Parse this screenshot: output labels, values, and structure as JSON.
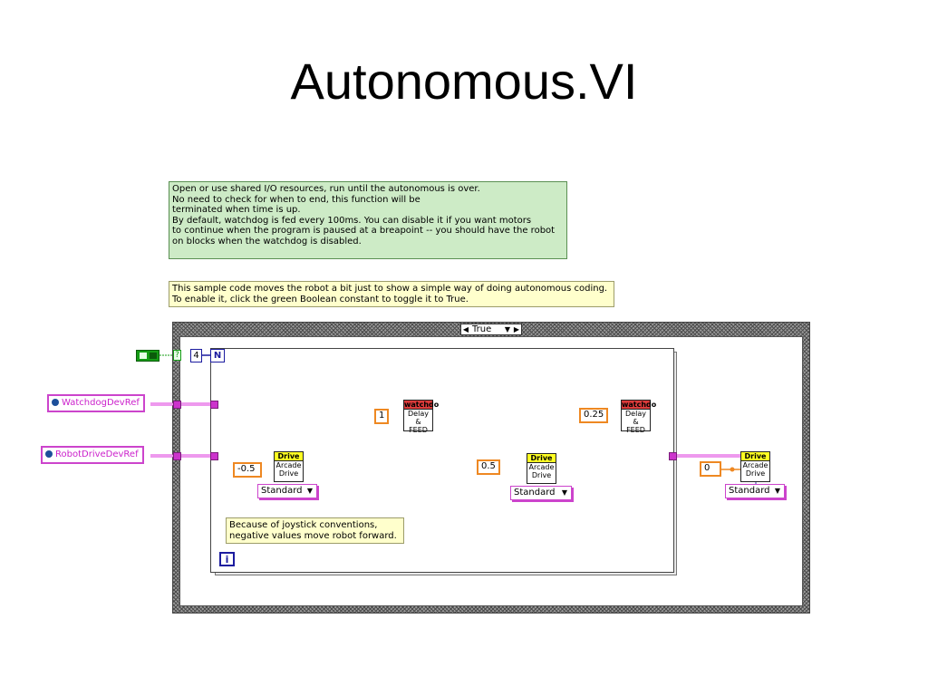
{
  "title": "Autonomous.VI",
  "notes": {
    "top_lines": [
      "Open or use shared I/O resources, run until the autonomous is over.",
      "No need to check for when to end, this function will be",
      "terminated when time is up.",
      "By default, watchdog is fed every 100ms. You can disable it if you want motors",
      "to continue when the program is paused at a breapoint -- you should have the robot",
      "on blocks when the watchdog is disabled."
    ],
    "sample_lines": [
      "This sample code moves the robot a bit just to show a simple way of doing autonomous coding.",
      "To enable it, click the green Boolean constant to toggle it to True."
    ],
    "joystick_lines": [
      "Because of joystick conventions,",
      "negative values move robot forward."
    ]
  },
  "case_structure": {
    "selector_label": "True",
    "selector_terminal": "?"
  },
  "for_loop": {
    "count_terminal": "N",
    "count_value": "4",
    "iteration_terminal": "i"
  },
  "refs": {
    "watchdog": "WatchdogDevRef",
    "robot_drive": "RobotDriveDevRef"
  },
  "watchdog_vis": [
    {
      "header": "watchdo",
      "line1": "Delay &",
      "line2": "FEED",
      "input": "1"
    },
    {
      "header": "watchdo",
      "line1": "Delay &",
      "line2": "FEED",
      "input": "0.25"
    }
  ],
  "drive_vis": [
    {
      "header": "Drive",
      "line1": "Arcade",
      "line2": "Drive",
      "input": "-0.5",
      "mode": "Standard"
    },
    {
      "header": "Drive",
      "line1": "Arcade",
      "line2": "Drive",
      "input": "0.5",
      "mode": "Standard"
    },
    {
      "header": "Drive",
      "line1": "Arcade",
      "line2": "Drive",
      "input": "0",
      "mode": "Standard"
    }
  ],
  "colors": {
    "refnum_wire": "#dd33dd",
    "error_wire": "#c8c800",
    "numeric_wire": "#ee8822",
    "boolean": "#159c15",
    "note_green": "#cdebc6",
    "note_yellow": "#ffffcc"
  }
}
